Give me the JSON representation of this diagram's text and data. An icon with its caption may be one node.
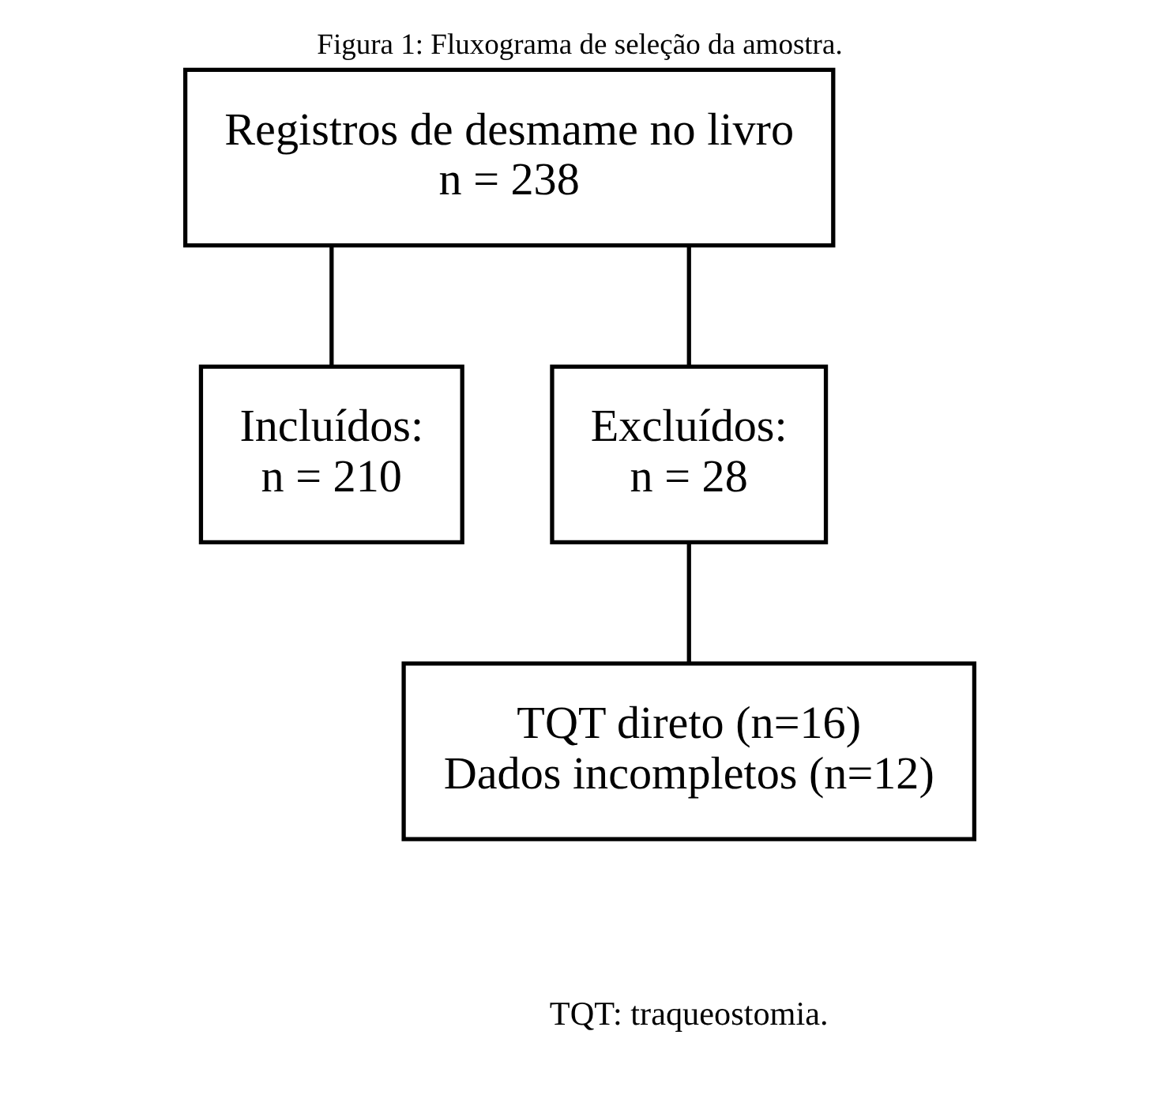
{
  "diagram": {
    "title": "Figura 1: Fluxograma de seleção da amostra.",
    "caption": "TQT: traqueostomia.",
    "nodes": [
      {
        "text": [
          "Registros de desmame no livro",
          "n = 238"
        ]
      },
      {
        "text": [
          "Incluídos:",
          "n = 210"
        ]
      },
      {
        "text": [
          "Excluídos:",
          "n = 28"
        ]
      },
      {
        "text": [
          "TQT direto (n=16)",
          "Dados incompletos (n=12)"
        ]
      }
    ],
    "edges": [
      {
        "from": 0,
        "to": 1,
        "arrow": "none"
      },
      {
        "from": 0,
        "to": 2,
        "arrow": "none"
      },
      {
        "from": 2,
        "to": 3,
        "arrow": "none"
      }
    ]
  }
}
